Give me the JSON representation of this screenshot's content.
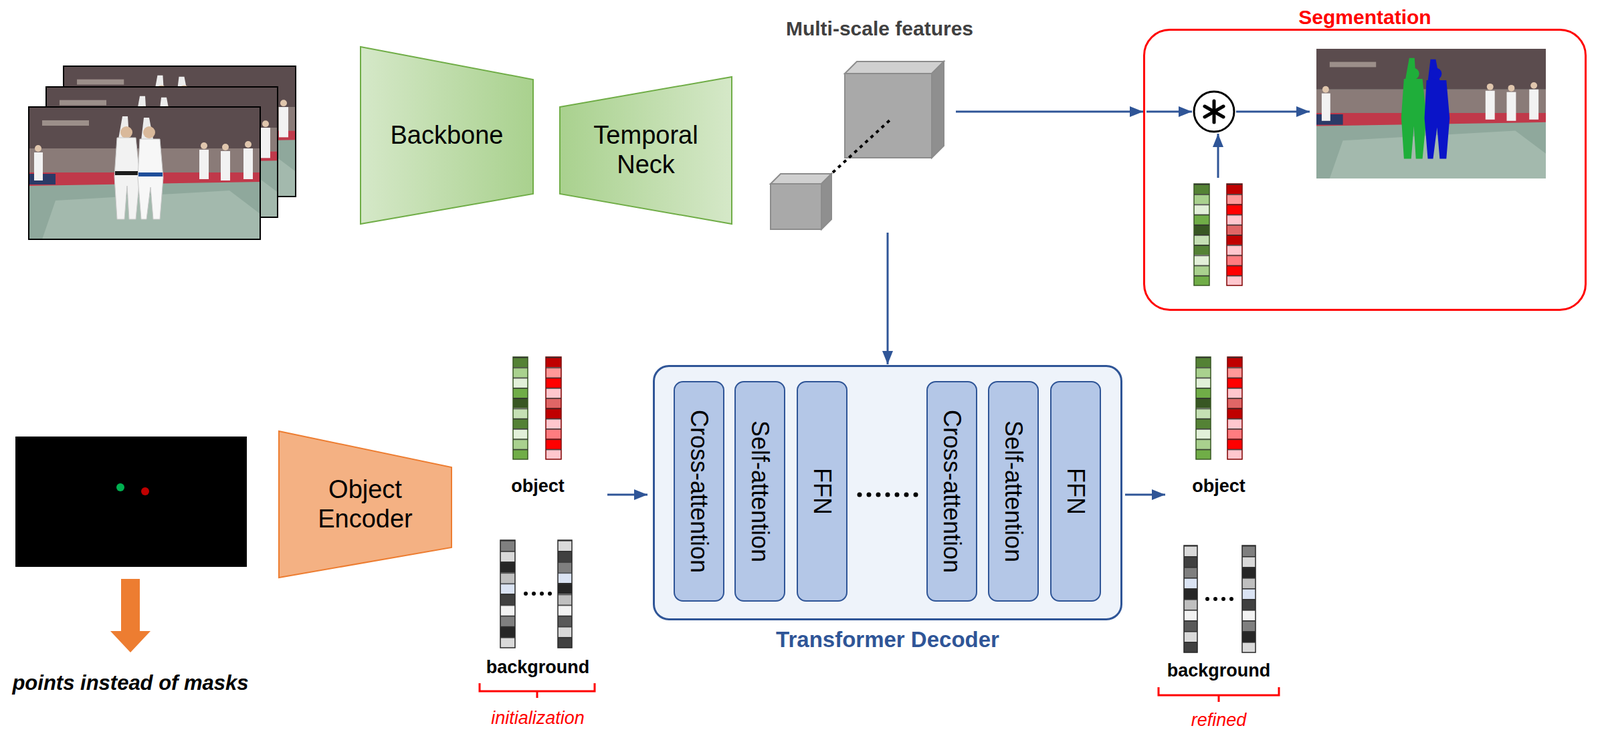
{
  "diagram": {
    "nodes": [
      {
        "text": [
          "Backbone"
        ]
      },
      {
        "text": [
          "Temporal Neck"
        ]
      },
      {
        "text": [
          "Multi-scale features"
        ]
      },
      {
        "text": [
          "Segmentation"
        ]
      },
      {
        "text": [
          "Object Encoder"
        ]
      },
      {
        "text": [
          "Transformer Decoder"
        ]
      },
      {
        "text": [
          "Cross-attention"
        ],
        "in": 5
      },
      {
        "text": [
          "Self-attention"
        ],
        "in": 5
      },
      {
        "text": [
          "FFN"
        ],
        "in": 5
      },
      {
        "text": [
          "Cross-attention"
        ],
        "in": 5
      },
      {
        "text": [
          "Self-attention"
        ],
        "in": 5
      },
      {
        "text": [
          "FFN"
        ],
        "in": 5
      }
    ],
    "edges": [
      {
        "from": 2,
        "to": 3,
        "arrow": "to"
      },
      {
        "from": 2,
        "to": 5,
        "arrow": "to"
      }
    ],
    "labels": [
      "points instead of masks",
      "object",
      "background",
      "initialization",
      "object",
      "background",
      "refined"
    ]
  }
}
